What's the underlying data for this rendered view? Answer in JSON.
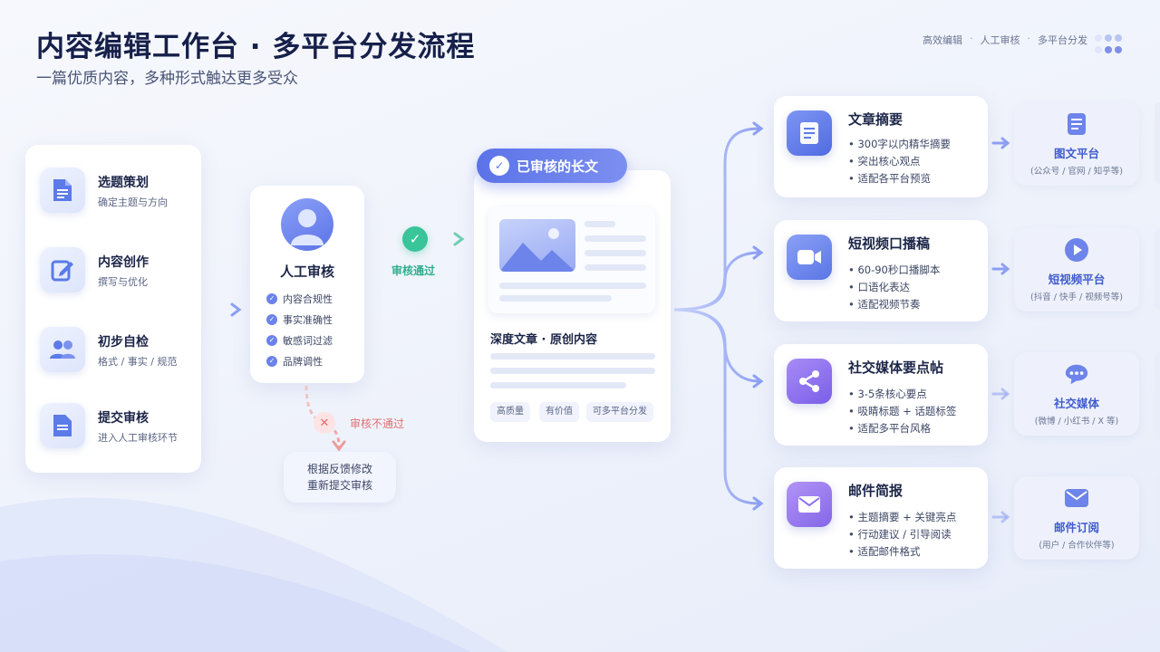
{
  "header": {
    "title": "内容编辑工作台 · 多平台分发流程",
    "subtitle": "一篇优质内容，多种形式触达更多受众",
    "tags": [
      "高效编辑",
      "人工审核",
      "多平台分发"
    ],
    "tag_separator": "·"
  },
  "steps": [
    {
      "title": "选题策划",
      "desc": "确定主题与方向",
      "icon": "document-icon"
    },
    {
      "title": "内容创作",
      "desc": "撰写与优化",
      "icon": "edit-icon"
    },
    {
      "title": "初步自检",
      "desc": "格式 / 事实 / 规范",
      "icon": "users-icon"
    },
    {
      "title": "提交审核",
      "desc": "进入人工审核环节",
      "icon": "submit-icon"
    }
  ],
  "review": {
    "title": "人工审核",
    "checks": [
      "内容合规性",
      "事实准确性",
      "敏感词过滤",
      "品牌调性"
    ],
    "pass_label": "审核通过",
    "fail_label": "审核不通过",
    "rework_lines": [
      "根据反馈修改",
      "重新提交审核"
    ]
  },
  "article": {
    "badge": "已审核的长文",
    "title": "深度文章 · 原创内容",
    "tags": [
      "高质量",
      "有价值",
      "可多平台分发"
    ]
  },
  "outputs": [
    {
      "title": "文章摘要",
      "bullets": [
        "300字以内精华摘要",
        "突出核心观点",
        "适配各平台预览"
      ],
      "icon": "document-icon",
      "color": "#5b7be8"
    },
    {
      "title": "短视频口播稿",
      "bullets": [
        "60-90秒口播脚本",
        "口语化表达",
        "适配视频节奏"
      ],
      "icon": "video-icon",
      "color": "#6b82ee"
    },
    {
      "title": "社交媒体要点帖",
      "bullets": [
        "3-5条核心要点",
        "吸睛标题 + 话题标签",
        "适配多平台风格"
      ],
      "icon": "share-icon",
      "color": "#8a6cf0"
    },
    {
      "title": "邮件简报",
      "bullets": [
        "主题摘要 + 关键亮点",
        "行动建议 / 引导阅读",
        "适配邮件格式"
      ],
      "icon": "mail-icon",
      "color": "#9a74ee"
    }
  ],
  "platforms": [
    {
      "name": "图文平台",
      "desc": "(公众号 / 官网 / 知乎等)",
      "icon": "article-icon"
    },
    {
      "name": "短视频平台",
      "desc": "(抖音 / 快手 / 视频号等)",
      "icon": "play-icon"
    },
    {
      "name": "社交媒体",
      "desc": "(微博 / 小红书 / X 等)",
      "icon": "chat-icon"
    },
    {
      "name": "邮件订阅",
      "desc": "(用户 / 合作伙伴等)",
      "icon": "mail-icon"
    }
  ],
  "colors": {
    "accent": "#5b73e8",
    "pass": "#39c49a",
    "fail": "#e86a6a"
  }
}
